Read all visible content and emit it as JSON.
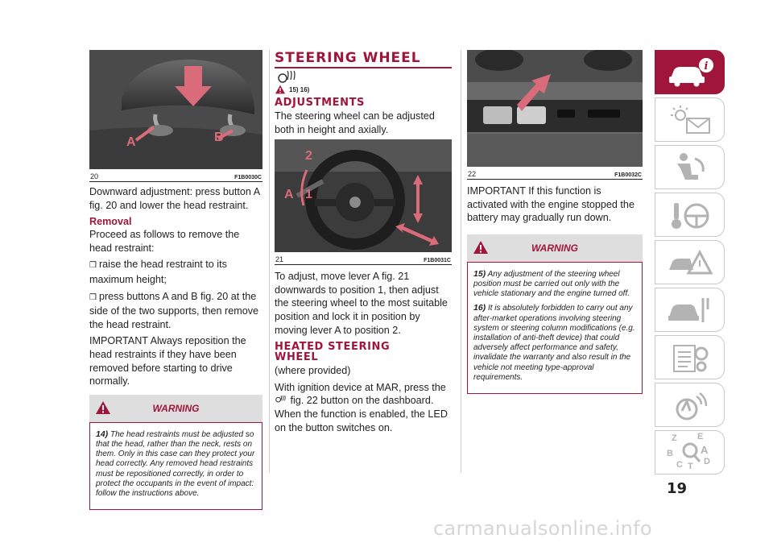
{
  "colors": {
    "accent": "#a0163a",
    "text": "#222222",
    "rule": "#cfcfcf",
    "warn_bg": "#dedede"
  },
  "col1": {
    "figure": {
      "number": "20",
      "code": "F1B0030C",
      "labels": {
        "a": "A",
        "b": "B"
      }
    },
    "p1": "Downward adjustment: press button A fig. 20 and lower the head restraint.",
    "removal_title": "Removal",
    "p2": "Proceed as follows to remove the head restraint:",
    "bullet1": "raise the head restraint to its maximum height;",
    "bullet2": "press buttons A and B fig. 20 at the side of the two supports, then remove the head restraint.",
    "p3": "IMPORTANT Always reposition the head restraints if they have been removed before starting to drive normally.",
    "warning_title": "WARNING",
    "warning_num": "14)",
    "warning_text": "The head restraints must be adjusted so that the head, rather than the neck, rests on them. Only in this case can they protect your head correctly. Any removed head restraints must be repositioned correctly, in order to protect the occupants in the event of impact: follow the instructions above."
  },
  "col2": {
    "title": "STEERING WHEEL",
    "refs": "15) 16)",
    "adjust_title": "ADJUSTMENTS",
    "p1": "The steering wheel can be adjusted both in height and axially.",
    "figure": {
      "number": "21",
      "code": "F1B0031C",
      "labels": {
        "a": "A",
        "one": "1",
        "two": "2"
      }
    },
    "p2": "To adjust, move lever A fig. 21 downwards to position 1, then adjust the steering wheel to the most suitable position and lock it in position by moving lever A to position 2.",
    "heated_title_1": "HEATED STEERING",
    "heated_title_2": "WHEEL",
    "heated_sub": "(where provided)",
    "p3a": "With ignition device at MAR, press the",
    "p3b": "fig. 22 button on the dashboard.",
    "p3c": "When the function is enabled, the LED on the button switches on."
  },
  "col3": {
    "figure": {
      "number": "22",
      "code": "F1B0032C"
    },
    "p1": "IMPORTANT If this function is activated with the engine stopped the battery may gradually run down.",
    "warning_title": "WARNING",
    "w15_num": "15)",
    "w15_text": "Any adjustment of the steering wheel position must be carried out only with the vehicle stationary and the engine turned off.",
    "w16_num": "16)",
    "w16_text": "It is absolutely forbidden to carry out any after-market operations involving steering system or steering column modifications (e.g. installation of anti-theft device) that could adversely affect performance and safety, invalidate the warranty and also result in the vehicle not meeting type-approval requirements."
  },
  "sidebar": {
    "tabs": [
      {
        "icon": "car-info-icon",
        "active": true
      },
      {
        "icon": "light-message-icon",
        "active": false
      },
      {
        "icon": "airbag-occupant-icon",
        "active": false
      },
      {
        "icon": "key-steering-icon",
        "active": false
      },
      {
        "icon": "breakdown-warning-icon",
        "active": false
      },
      {
        "icon": "car-tools-icon",
        "active": false
      },
      {
        "icon": "specs-gear-icon",
        "active": false
      },
      {
        "icon": "multimedia-icon",
        "active": false
      },
      {
        "icon": "index-search-icon",
        "active": false
      }
    ],
    "index_letters": [
      "Z",
      "E",
      "B",
      "A",
      "C",
      "D",
      "T"
    ]
  },
  "page_number": "19",
  "watermark": "carmanualsonline.info"
}
